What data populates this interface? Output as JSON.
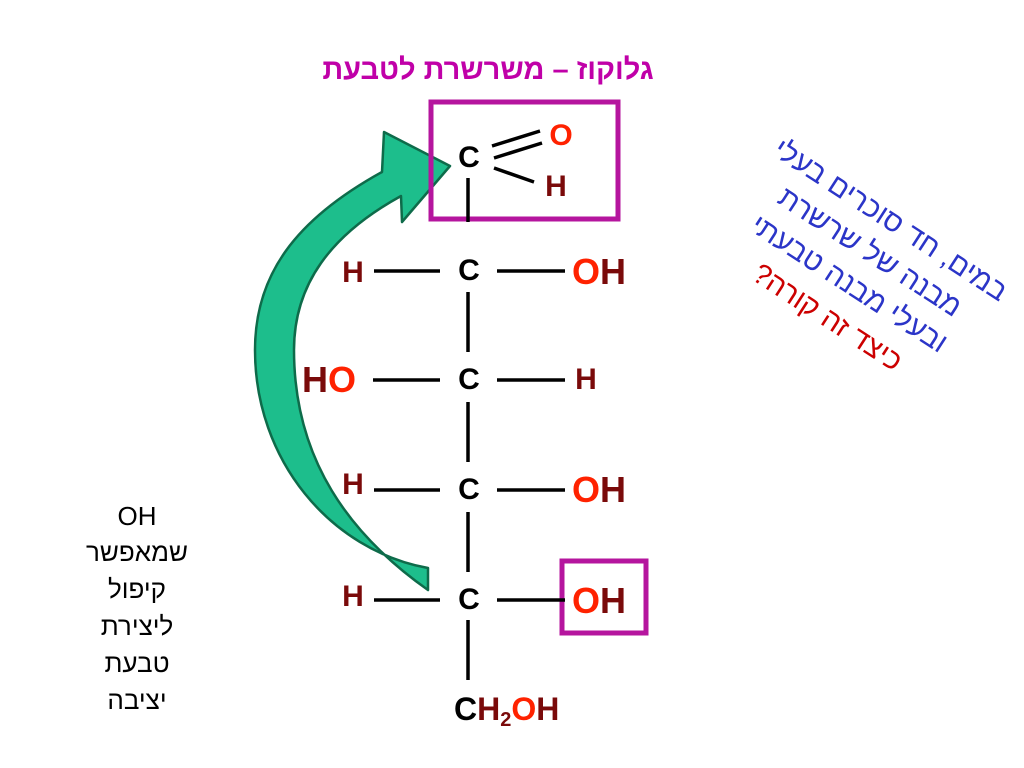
{
  "title": "גלוקוז – משרשרת לטבעת",
  "colors": {
    "title": "#C000A8",
    "box_outline": "#B5159E",
    "black": "#000000",
    "oxygen_red": "#FF2200",
    "hydrogen_red": "#7A0A0A",
    "note_blue": "#2B35C8",
    "note_question_red": "#CC0000",
    "arrow_fill": "#1DBE8C",
    "arrow_outline": "#0E6B4A"
  },
  "molecule": {
    "c1": {
      "carbon": "C",
      "double_o": "O",
      "h": "H"
    },
    "c2": {
      "left": "H",
      "carbon": "C",
      "right_o": "O",
      "right_h": "H"
    },
    "c3": {
      "left_h": "H",
      "left_o": "O",
      "carbon": "C",
      "right": "H"
    },
    "c4": {
      "left": "H",
      "carbon": "C",
      "right_o": "O",
      "right_h": "H"
    },
    "c5": {
      "left": "H",
      "carbon": "C",
      "right_o": "O",
      "right_h": "H"
    },
    "c6": {
      "c": "C",
      "h2": "H",
      "sub": "2",
      "o": "O",
      "h": "H"
    }
  },
  "right_note": {
    "lines": [
      "במים, חד סוכרים בעלי",
      "מבנה של שרשרת",
      "ובעלי מבנה טבעתי"
    ],
    "question": "כיצד זה קורה?"
  },
  "left_note": {
    "lines": [
      "OH",
      "שמאפשר",
      "קיפול",
      "ליצירת",
      "טבעת",
      "יציבה"
    ]
  },
  "icons": {
    "arrow": "curved-arrow-icon",
    "box": "highlight-box"
  }
}
